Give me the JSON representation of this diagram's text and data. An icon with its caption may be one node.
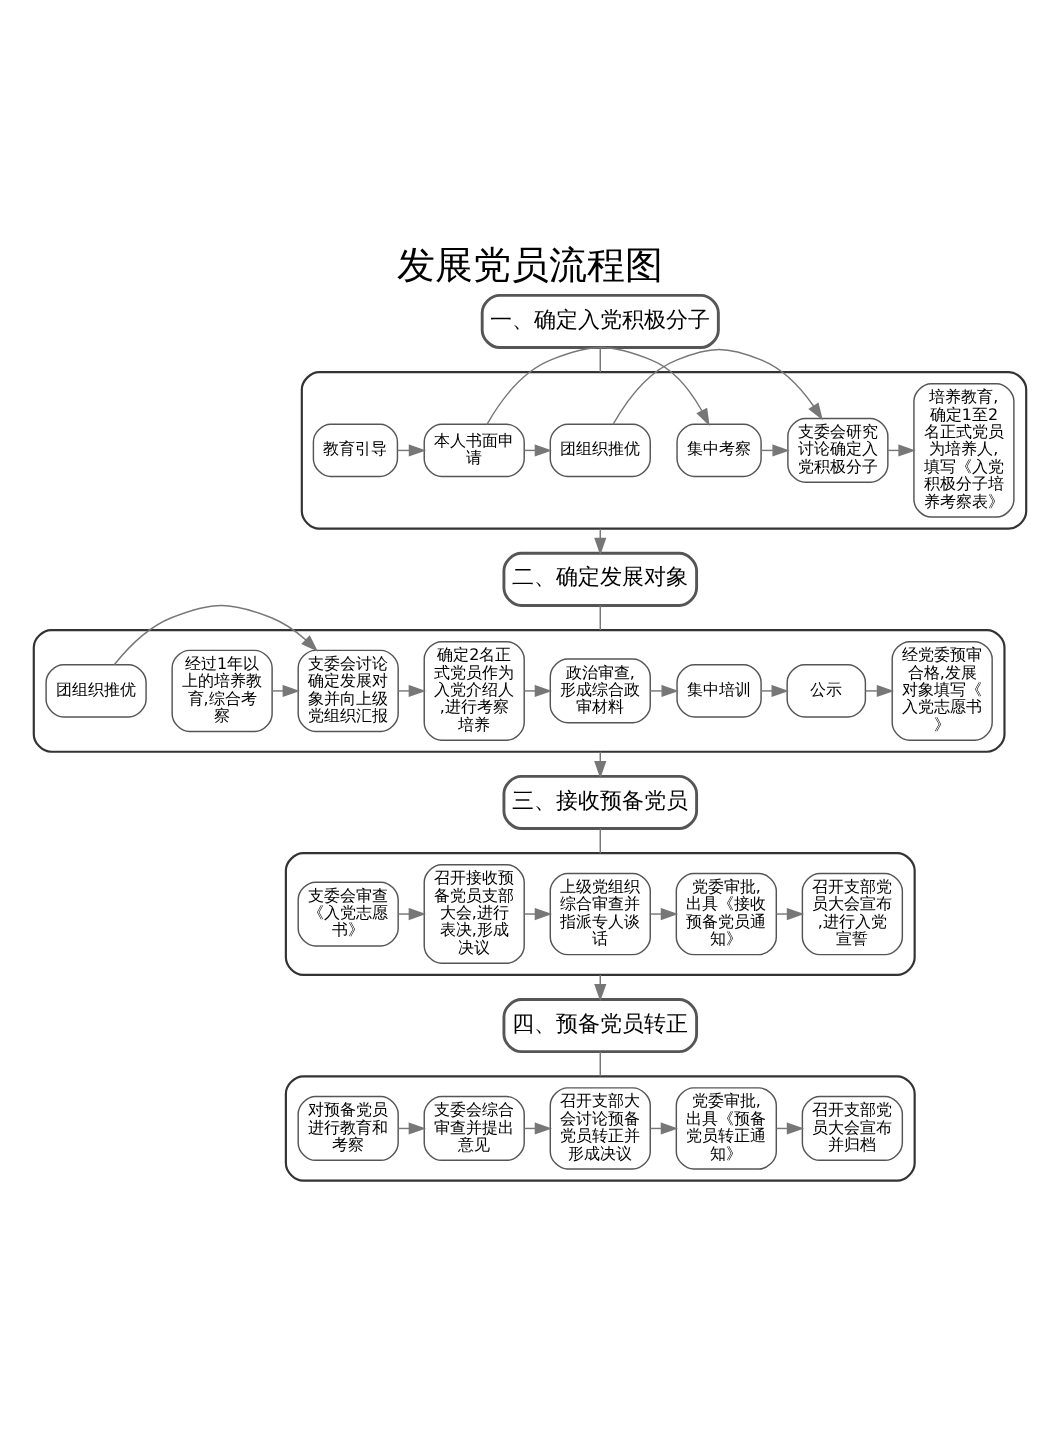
{
  "diagram": {
    "title": "发展党员流程图",
    "nodes": [
      {
        "text": [
          "一、确定入党积极分子"
        ]
      },
      {
        "text": [],
        "shape": "box"
      },
      {
        "text": [
          "教育引导"
        ],
        "in": 1
      },
      {
        "text": [
          "本人书面申请"
        ],
        "in": 1
      },
      {
        "text": [
          "集中考察"
        ],
        "in": 1
      },
      {
        "text": [
          "团组织推优"
        ],
        "in": 1
      },
      {
        "text": [
          "支委会研究讨论确定入党积极分子"
        ],
        "in": 1
      },
      {
        "text": [
          "培养教育,确定1至2名正式党员为培养人,填写《入党积极分子培养考察表》"
        ],
        "in": 1
      },
      {
        "text": [
          "二、确定发展对象"
        ]
      },
      {
        "text": [],
        "shape": "box"
      },
      {
        "text": [
          "经过1年以上的培养教育,综合考察"
        ],
        "in": 9
      },
      {
        "text": [
          "团组织推优"
        ],
        "in": 9
      },
      {
        "text": [
          "支委会讨论确定发展对象并向上级党组织汇报"
        ],
        "in": 9
      },
      {
        "text": [
          "确定2名正式党员作为入党介绍人,进行考察培养"
        ],
        "in": 9
      },
      {
        "text": [
          "政治审查,形成综合政审材料"
        ],
        "in": 9
      },
      {
        "text": [
          "集中培训"
        ],
        "in": 9
      },
      {
        "text": [
          "公示"
        ],
        "in": 9
      },
      {
        "text": [
          "经党委预审合格,发展对象填写《入党志愿书》"
        ],
        "in": 9
      },
      {
        "text": [
          "三、接收预备党员"
        ]
      },
      {
        "text": [],
        "shape": "box"
      },
      {
        "text": [
          "支委会审查《入党志愿书》"
        ],
        "in": 19
      },
      {
        "text": [
          "召开接收预备党员支部大会,进行表决,形成决议"
        ],
        "in": 19
      },
      {
        "text": [
          "上级党组织综合审查并指派专人谈话"
        ],
        "in": 19
      },
      {
        "text": [
          "党委审批,出具《接收预备党员通知》"
        ],
        "in": 19
      },
      {
        "text": [
          "召开支部党员大会宣布,进行入党宣誓"
        ],
        "in": 19
      },
      {
        "text": [
          "四、预备党员转正"
        ]
      },
      {
        "text": [],
        "shape": "box"
      },
      {
        "text": [
          "对预备党员进行教育和考察"
        ],
        "in": 26
      },
      {
        "text": [
          "支委会综合审查并提出意见"
        ],
        "in": 26
      },
      {
        "text": [
          "召开支部大会讨论预备党员转正并形成决议"
        ],
        "in": 26
      },
      {
        "text": [
          "党委审批,出具《预备党员转正通知》"
        ],
        "in": 26
      },
      {
        "text": [
          "召开支部党员大会宣布并归档"
        ],
        "in": 26
      }
    ],
    "edges": [
      {
        "from": 0,
        "to": 1,
        "arrow": "none"
      },
      {
        "from": 2,
        "to": 3,
        "arrow": "to"
      },
      {
        "from": 3,
        "to": 4,
        "arrow": "to"
      },
      {
        "from": 3,
        "to": 5,
        "arrow": "to"
      },
      {
        "from": 4,
        "to": 6,
        "arrow": "to"
      },
      {
        "from": 5,
        "to": 6,
        "arrow": "to"
      },
      {
        "from": 6,
        "to": 7,
        "arrow": "to"
      },
      {
        "from": 1,
        "to": 8,
        "arrow": "to"
      },
      {
        "from": 8,
        "to": 9,
        "arrow": "none"
      },
      {
        "from": 10,
        "to": 12,
        "arrow": "to"
      },
      {
        "from": 11,
        "to": 12,
        "arrow": "to"
      },
      {
        "from": 12,
        "to": 13,
        "arrow": "to"
      },
      {
        "from": 13,
        "to": 14,
        "arrow": "to"
      },
      {
        "from": 14,
        "to": 15,
        "arrow": "to"
      },
      {
        "from": 15,
        "to": 16,
        "arrow": "to"
      },
      {
        "from": 16,
        "to": 17,
        "arrow": "to"
      },
      {
        "from": 9,
        "to": 18,
        "arrow": "to"
      },
      {
        "from": 18,
        "to": 19,
        "arrow": "none"
      },
      {
        "from": 20,
        "to": 21,
        "arrow": "to"
      },
      {
        "from": 21,
        "to": 22,
        "arrow": "to"
      },
      {
        "from": 22,
        "to": 23,
        "arrow": "to"
      },
      {
        "from": 23,
        "to": 24,
        "arrow": "to"
      },
      {
        "from": 19,
        "to": 25,
        "arrow": "to"
      },
      {
        "from": 25,
        "to": 26,
        "arrow": "none"
      },
      {
        "from": 27,
        "to": 28,
        "arrow": "to"
      },
      {
        "from": 28,
        "to": 29,
        "arrow": "to"
      },
      {
        "from": 29,
        "to": 30,
        "arrow": "to"
      },
      {
        "from": 30,
        "to": 31,
        "arrow": "to"
      }
    ]
  }
}
